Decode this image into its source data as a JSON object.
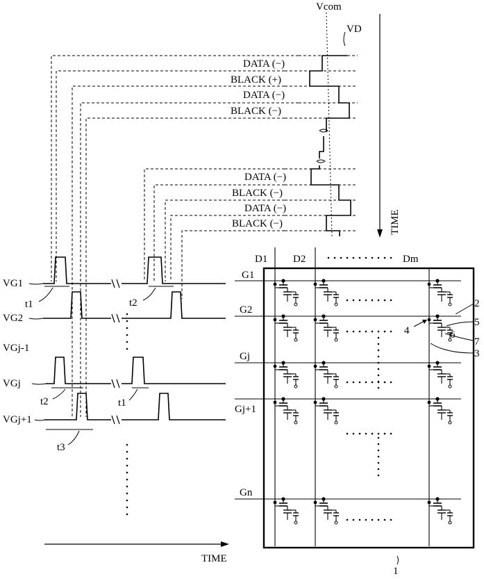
{
  "top": {
    "vcom": "Vcom",
    "vd": "VD",
    "time_vertical": "TIME",
    "waveform_labels": [
      "DATA (−)",
      "BLACK (+)",
      "DATA (−)",
      "BLACK (−)",
      "DATA (−)",
      "BLACK (−)",
      "DATA (−)",
      "BLACK (−)"
    ]
  },
  "gates": {
    "vg1": "VG1",
    "vg2": "VG2",
    "vgj_1": "VGj-1",
    "vgj": "VGj",
    "vgj1": "VGj+1"
  },
  "timing": {
    "t1a": "t1",
    "t2a": "t2",
    "t2b": "t2",
    "t1b": "t1",
    "t3": "t3"
  },
  "time_horizontal": "TIME",
  "panel": {
    "d1": "D1",
    "d2": "D2",
    "dm": "Dm",
    "g1": "G1",
    "g2": "G2",
    "gj": "Gj",
    "gj1": "Gj+1",
    "gn": "Gn",
    "ref_1": "1",
    "ref_2": "2",
    "ref_3": "3",
    "ref_4": "4",
    "ref_5": "5",
    "ref_6": "6",
    "ref_7": "7"
  }
}
